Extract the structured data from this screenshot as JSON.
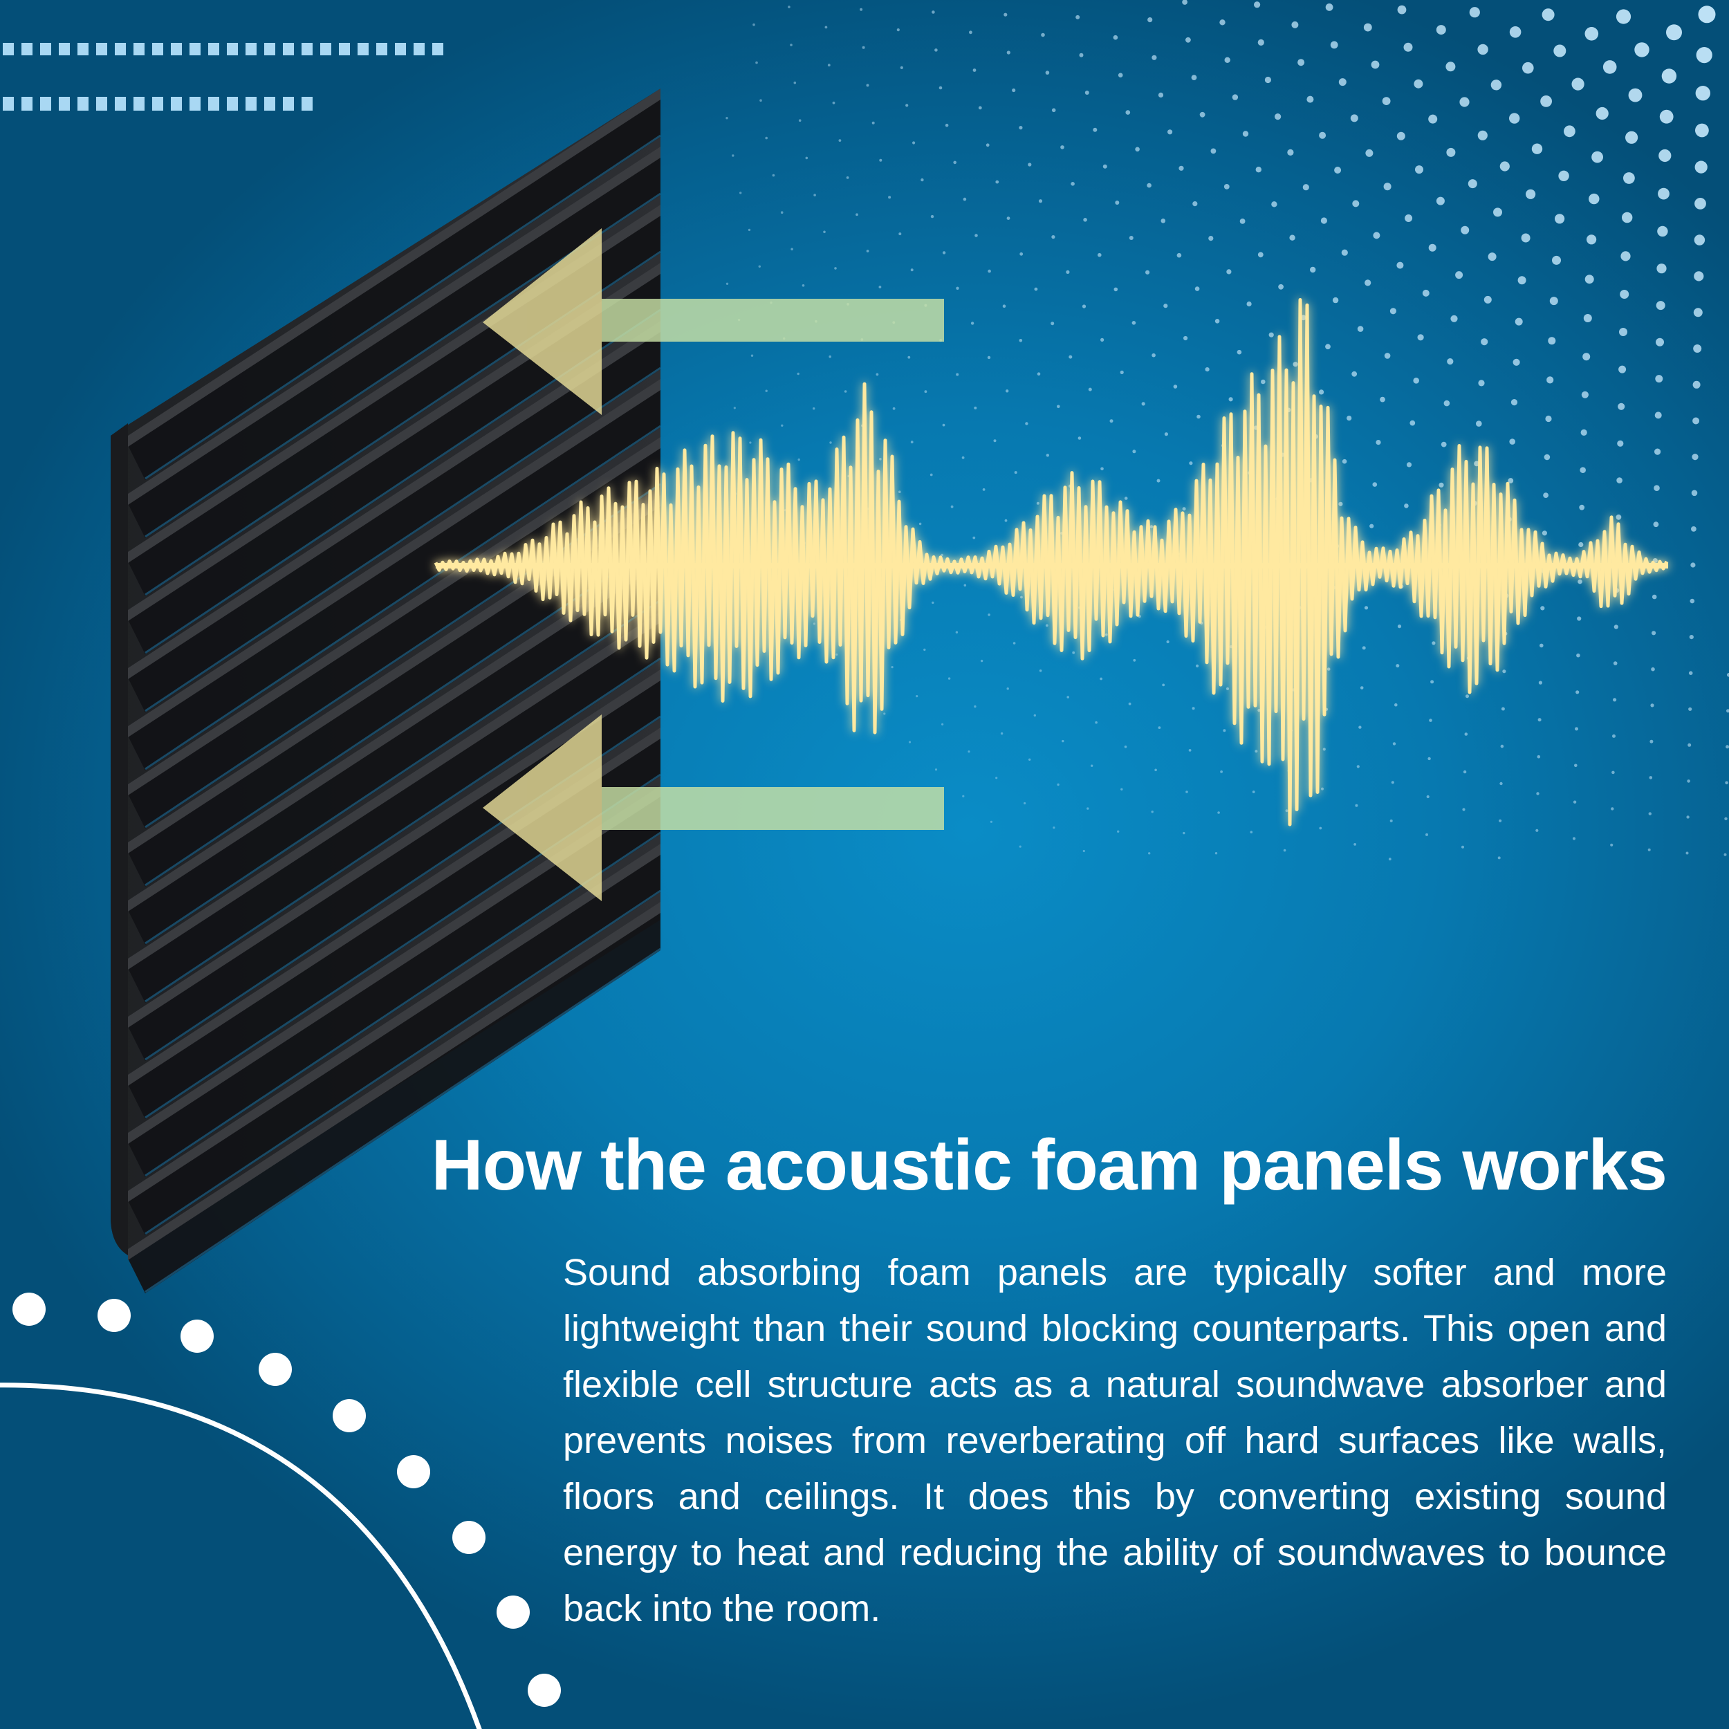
{
  "heading": {
    "title": "How the acoustic foam panels works"
  },
  "body": {
    "paragraph": "Sound absorbing foam panels are typically softer and more lightweight than their sound blocking counterparts. This open and flexible cell structure acts as a natural soundwave absorber and prevents noises from reverberating off hard surfaces like walls, floors and ceilings. It does this by converting existing sound energy to heat and reducing the ability of soundwaves to bounce back into the room."
  },
  "colors": {
    "background": "#0779b0",
    "foam": "#2b2d30",
    "wave": "#ffe9a0",
    "arrow": "#c9e2a6",
    "text": "#ffffff",
    "dots": "#bfe3f7"
  },
  "icons": {
    "panel": "acoustic-foam-panel-illustration",
    "waveform": "sound-waveform",
    "arrows": "arrow-left-icon"
  }
}
